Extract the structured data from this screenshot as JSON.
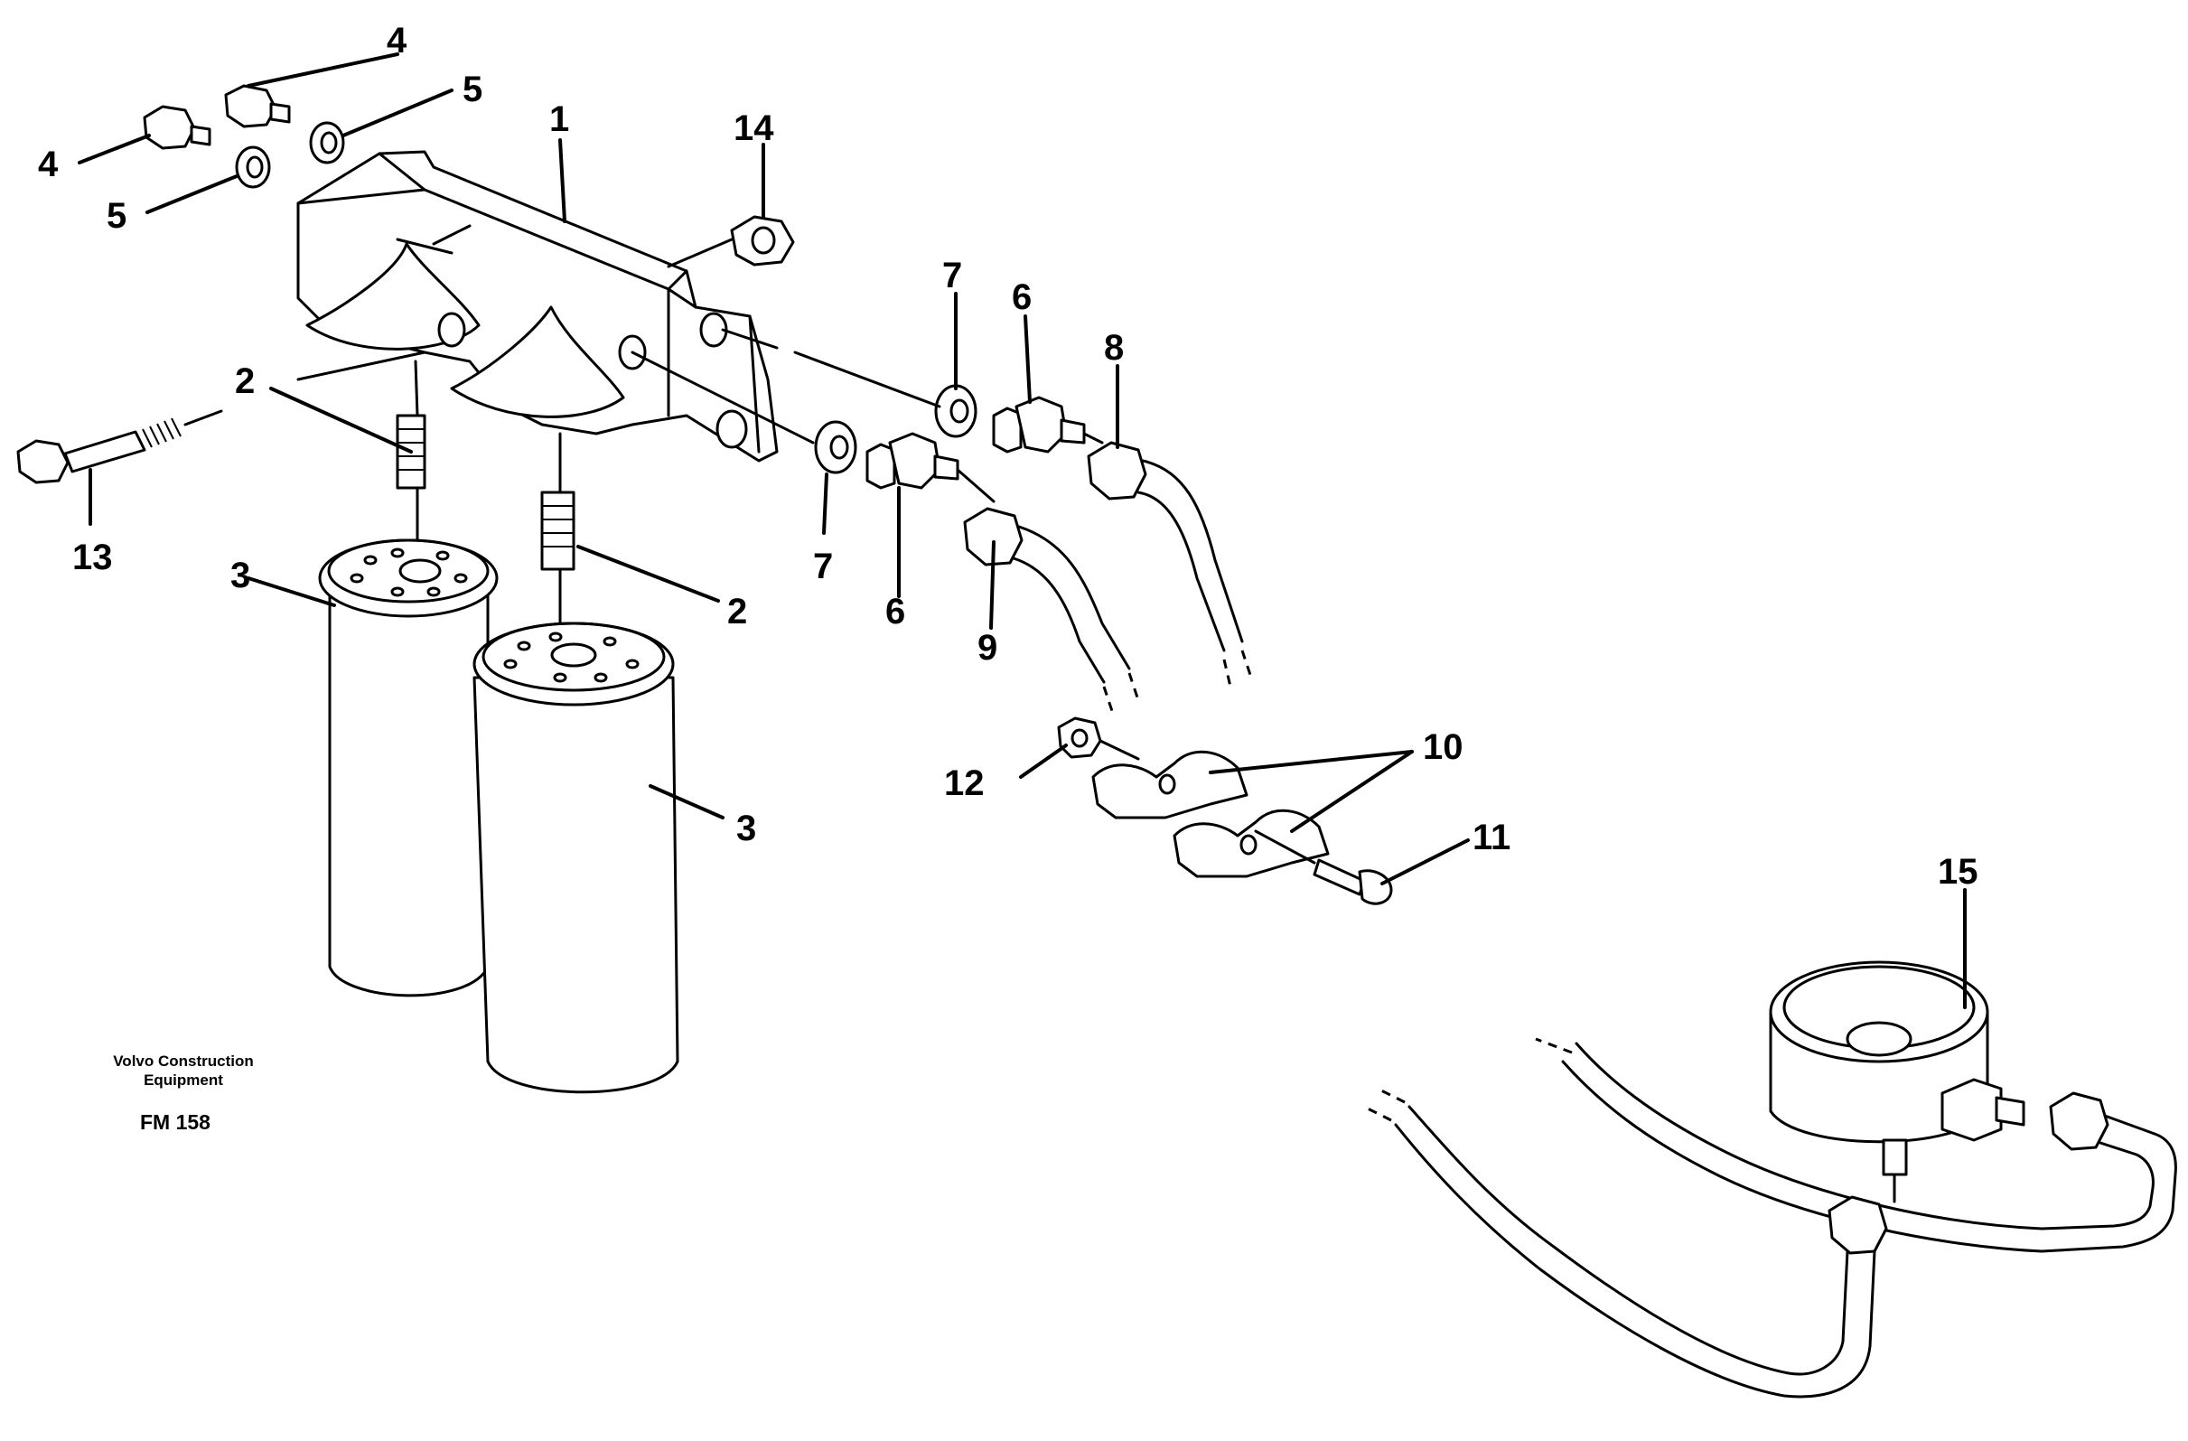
{
  "diagram": {
    "callouts": {
      "c1": "1",
      "c2a": "2",
      "c2b": "2",
      "c3a": "3",
      "c3b": "3",
      "c4a": "4",
      "c4b": "4",
      "c5a": "5",
      "c5b": "5",
      "c6a": "6",
      "c6b": "6",
      "c7a": "7",
      "c7b": "7",
      "c8": "8",
      "c9": "9",
      "c10": "10",
      "c11": "11",
      "c12": "12",
      "c13": "13",
      "c14": "14",
      "c15": "15"
    },
    "credit": {
      "line1": "Volvo Construction",
      "line2": "Equipment",
      "figure_code": "FM 158"
    }
  }
}
